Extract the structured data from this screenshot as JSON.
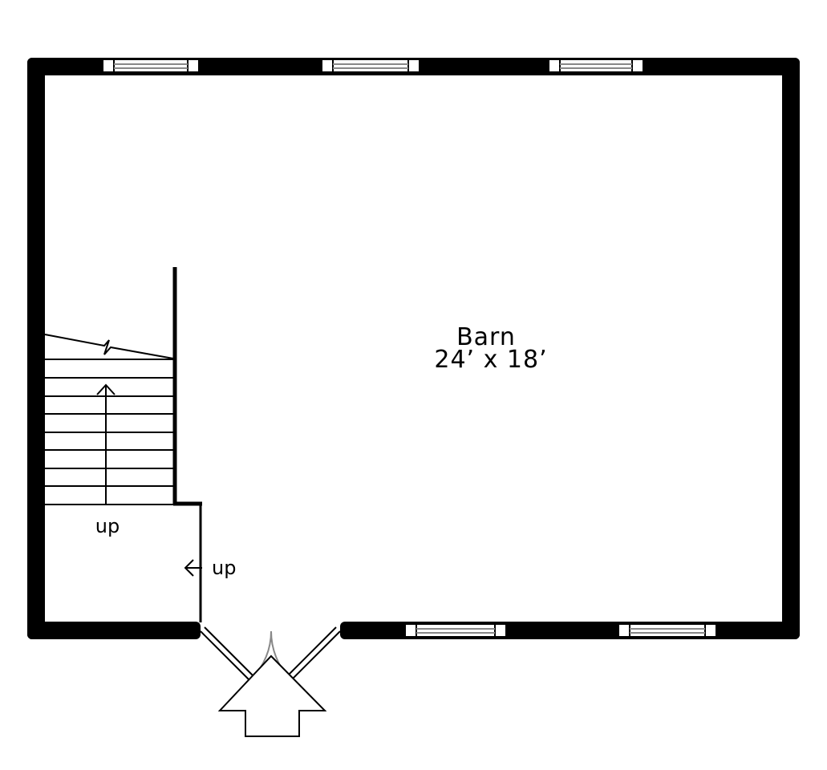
{
  "room": {
    "name": "Barn",
    "dimensions": "24’ x 18’"
  },
  "stairs": {
    "main_label": "up",
    "side_label": "up"
  },
  "colors": {
    "wall": "#000000",
    "background": "#ffffff",
    "window_pane": "#888888"
  },
  "icons": {
    "entry": "entry-arrow-icon",
    "stair_direction": "arrow-up-icon",
    "step_direction": "arrow-left-icon"
  }
}
